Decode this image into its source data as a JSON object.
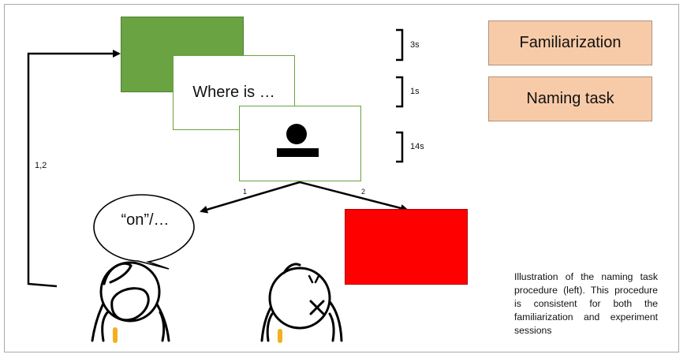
{
  "screens": {
    "where_text": "Where is …"
  },
  "durations": {
    "first": "3s",
    "second": "1s",
    "third": "14s"
  },
  "sessions": {
    "familiarization": "Familiarization",
    "naming_task": "Naming task"
  },
  "branches": {
    "one": "1",
    "two": "2",
    "loop": "1,2"
  },
  "speech": {
    "bubble_text": "“on”/…"
  },
  "caption": "Illustration of the naming task procedure (left). This procedure is consistent for both the familiarization and experiment sessions",
  "colors": {
    "green_screen": "#6aa342",
    "red_screen": "#ff0000",
    "session_box": "#f8cba8",
    "accent_yellow": "#f2b01e"
  }
}
